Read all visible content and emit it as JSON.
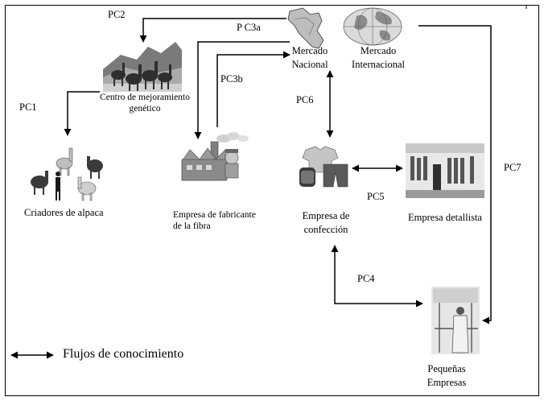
{
  "nodes": {
    "centro": {
      "line1": "Centro de mejoramiento",
      "line2": "genético"
    },
    "criadores": {
      "label": "Criadores de alpaca"
    },
    "fabricante": {
      "line1": "Empresa de fabricante",
      "line2": "de la fibra"
    },
    "mercado_nacional": {
      "line1": "Mercado",
      "line2": "Nacional"
    },
    "mercado_internacional": {
      "line1": "Mercado",
      "line2": "Internacional"
    },
    "confeccion": {
      "line1": "Empresa de",
      "line2": "confección"
    },
    "detallista": {
      "label": "Empresa detallista"
    },
    "pequenas": {
      "line1": "Pequeñas",
      "line2": "Empresas"
    }
  },
  "flows": {
    "pc1": "PC1",
    "pc2": "PC2",
    "pc3a": "P C3a",
    "pc3b": "PC3b",
    "pc4": "PC4",
    "pc5": "PC5",
    "pc6": "PC6",
    "pc7": "PC7"
  },
  "legend": {
    "label": "Flujos de conocimiento"
  },
  "icons": [
    "alpaca-herd-icon",
    "alpacas-with-herder-icon",
    "factory-icon",
    "peru-map-icon",
    "globe-icon",
    "clothing-icon",
    "store-icon",
    "weaver-icon"
  ],
  "colors": {
    "line": "#000000",
    "background": "#ffffff"
  }
}
